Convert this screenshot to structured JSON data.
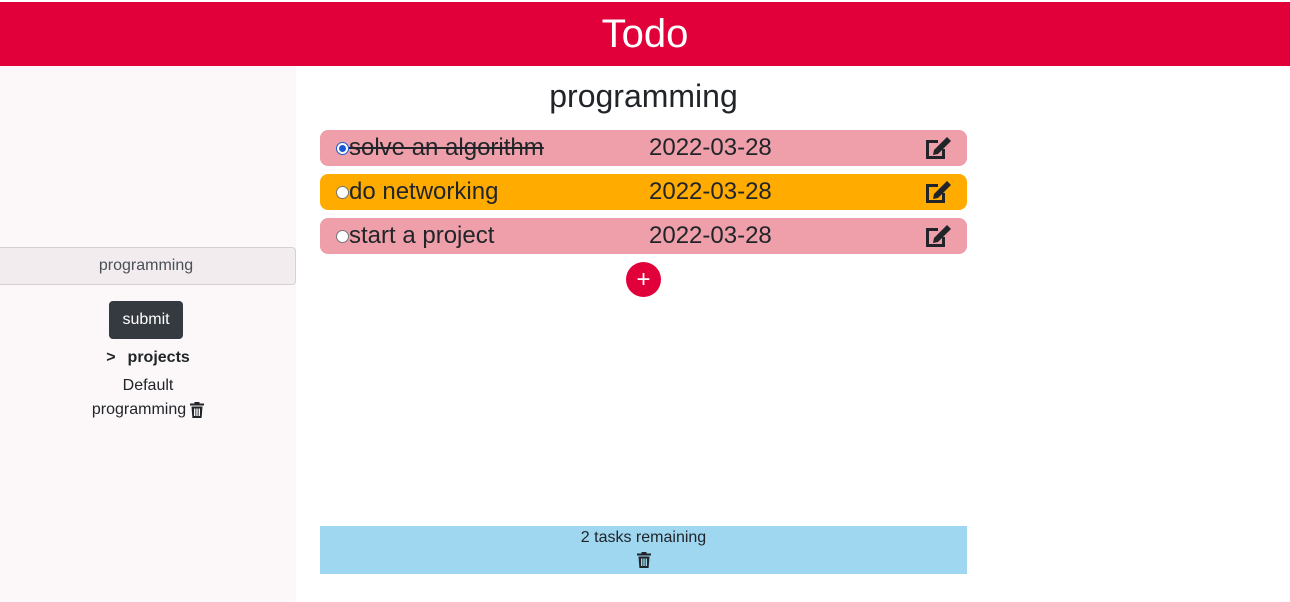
{
  "app": {
    "title": "Todo",
    "header_color": "#e2003b"
  },
  "sidebar": {
    "project_input": {
      "value": "programming",
      "placeholder": ""
    },
    "submit_label": "submit",
    "projects_toggle": {
      "arrow": ">",
      "label": "projects"
    },
    "projects": [
      {
        "name": "Default",
        "deletable": false
      },
      {
        "name": "programming",
        "deletable": true
      }
    ]
  },
  "main": {
    "project_title": "programming",
    "tasks": [
      {
        "name": "solve an algorithm",
        "date": "2022-03-28",
        "done": true,
        "color": "#ee9fa9"
      },
      {
        "name": "do networking",
        "date": "2022-03-28",
        "done": false,
        "color": "#ffab00"
      },
      {
        "name": "start a project",
        "date": "2022-03-28",
        "done": false,
        "color": "#ee9fa9"
      }
    ],
    "add_label": "+",
    "footer": {
      "remaining_text": "2 tasks remaining",
      "color": "#9fd6f0"
    }
  }
}
